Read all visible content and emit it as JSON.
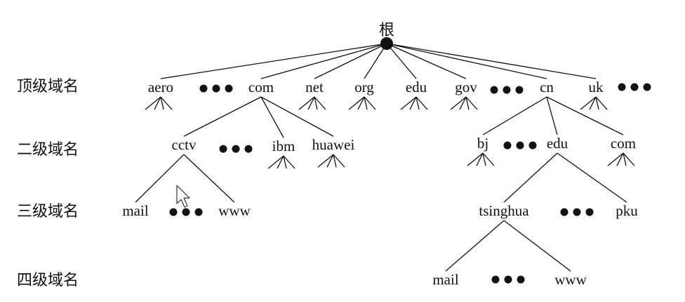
{
  "diagram": {
    "root": {
      "id": "root",
      "label": "根"
    },
    "levels": [
      {
        "id": "level-1",
        "label": "顶级域名"
      },
      {
        "id": "level-2",
        "label": "二级域名"
      },
      {
        "id": "level-3",
        "label": "三级域名"
      },
      {
        "id": "level-4",
        "label": "四级域名"
      }
    ],
    "nodes": [
      {
        "id": "aero",
        "label": "aero",
        "level": 1,
        "parent": "root",
        "stub": true
      },
      {
        "id": "com",
        "label": "com",
        "level": 1,
        "parent": "root"
      },
      {
        "id": "net",
        "label": "net",
        "level": 1,
        "parent": "root",
        "stub": true
      },
      {
        "id": "org",
        "label": "org",
        "level": 1,
        "parent": "root",
        "stub": true
      },
      {
        "id": "edu",
        "label": "edu",
        "level": 1,
        "parent": "root",
        "stub": true
      },
      {
        "id": "gov",
        "label": "gov",
        "level": 1,
        "parent": "root",
        "stub": true
      },
      {
        "id": "cn",
        "label": "cn",
        "level": 1,
        "parent": "root"
      },
      {
        "id": "uk",
        "label": "uk",
        "level": 1,
        "parent": "root",
        "stub": true
      },
      {
        "id": "cctv",
        "label": "cctv",
        "level": 2,
        "parent": "com"
      },
      {
        "id": "ibm",
        "label": "ibm",
        "level": 2,
        "parent": "com",
        "stub": true
      },
      {
        "id": "huawei",
        "label": "huawei",
        "level": 2,
        "parent": "com",
        "stub": true
      },
      {
        "id": "bj",
        "label": "bj",
        "level": 2,
        "parent": "cn",
        "stub": true
      },
      {
        "id": "cn-edu",
        "label": "edu",
        "level": 2,
        "parent": "cn"
      },
      {
        "id": "cn-com",
        "label": "com",
        "level": 2,
        "parent": "cn",
        "stub": true
      },
      {
        "id": "cctv-mail",
        "label": "mail",
        "level": 3,
        "parent": "cctv"
      },
      {
        "id": "cctv-www",
        "label": "www",
        "level": 3,
        "parent": "cctv"
      },
      {
        "id": "tsinghua",
        "label": "tsinghua",
        "level": 3,
        "parent": "cn-edu"
      },
      {
        "id": "pku",
        "label": "pku",
        "level": 3,
        "parent": "cn-edu"
      },
      {
        "id": "tsinghua-mail",
        "label": "mail",
        "level": 4,
        "parent": "tsinghua"
      },
      {
        "id": "tsinghua-www",
        "label": "www",
        "level": 4,
        "parent": "tsinghua"
      }
    ],
    "ellipses": [
      {
        "id": "after-aero",
        "level": 1
      },
      {
        "id": "after-gov",
        "level": 1
      },
      {
        "id": "after-uk",
        "level": 1
      },
      {
        "id": "after-cctv",
        "level": 2
      },
      {
        "id": "after-bj",
        "level": 2
      },
      {
        "id": "between-mail-www",
        "level": 3
      },
      {
        "id": "after-tsinghua",
        "level": 3
      },
      {
        "id": "between-tsinghua-mail-www",
        "level": 4
      }
    ]
  }
}
